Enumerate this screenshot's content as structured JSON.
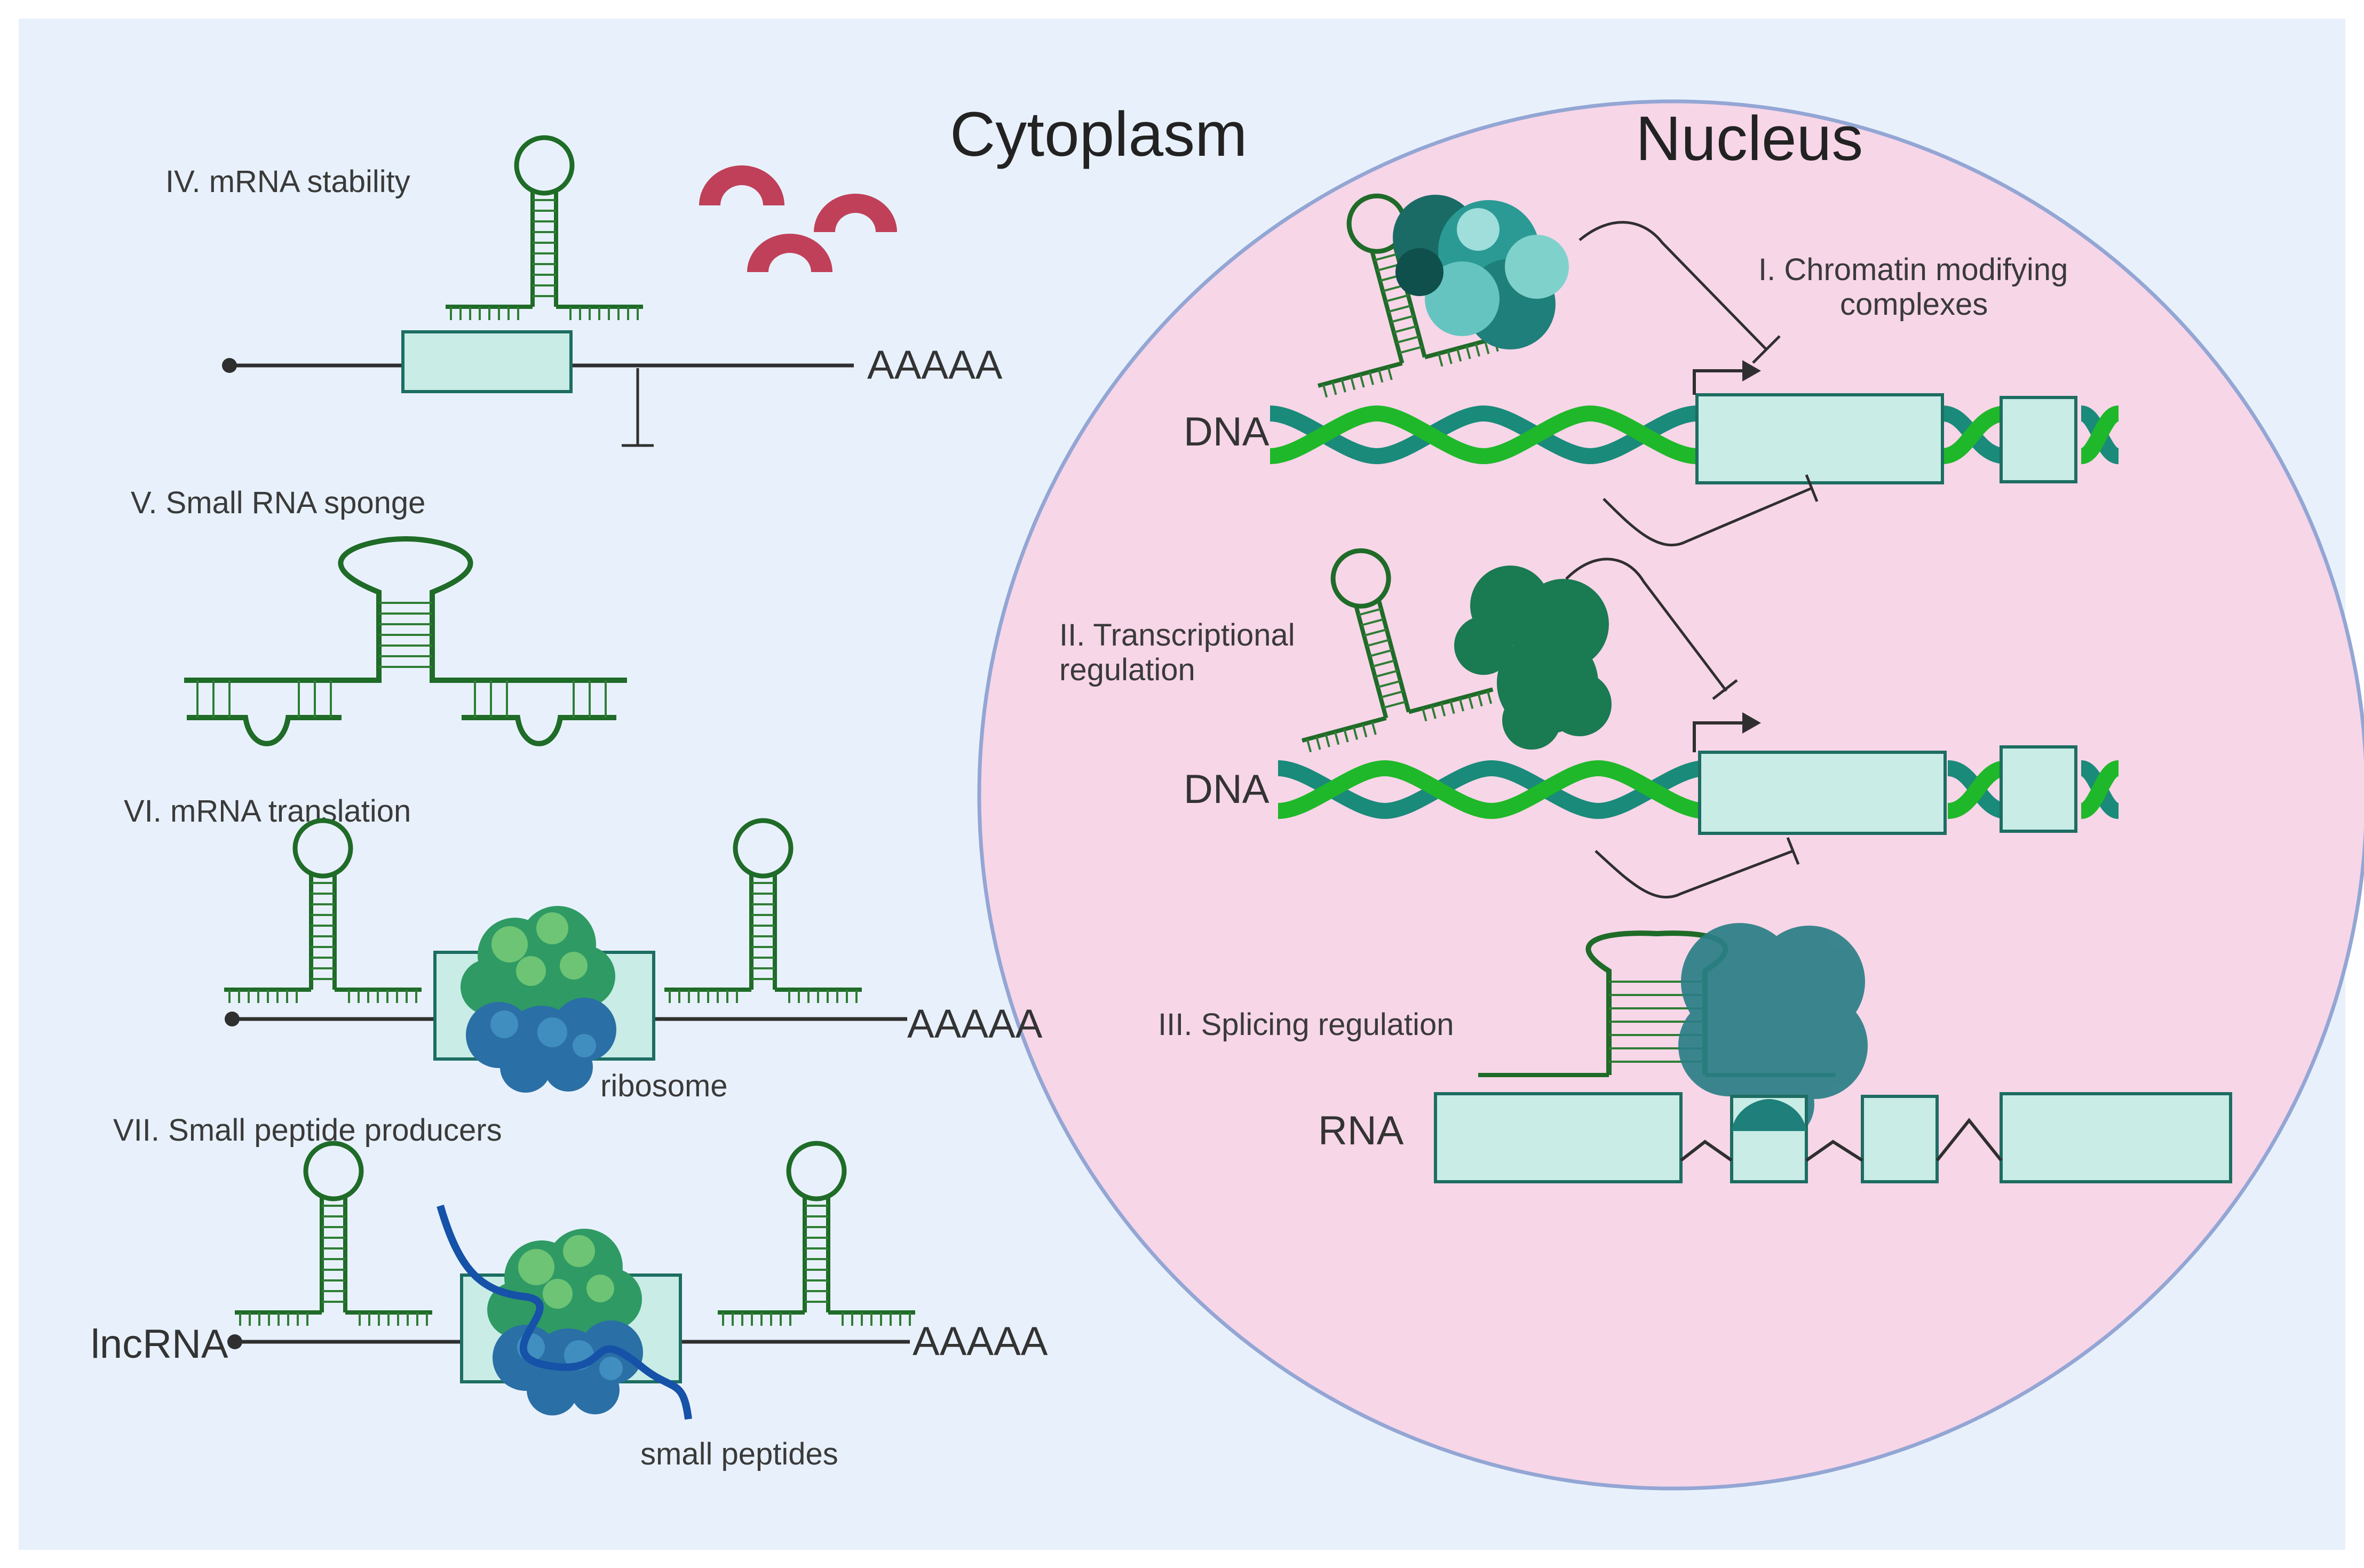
{
  "labels": {
    "cytoplasm": "Cytoplasm",
    "nucleus": "Nucleus",
    "mechanisms": {
      "chromatin_line1": "I. Chromatin modifying",
      "chromatin_line2": "complexes",
      "transcriptional_line1": "II. Transcriptional",
      "transcriptional_line2": "regulation",
      "splicing": "III. Splicing regulation",
      "mrna_stability": "IV. mRNA stability",
      "sponge": "V. Small RNA sponge",
      "translation": "VI. mRNA translation",
      "peptides": "VII. Small peptide producers"
    },
    "molecules": {
      "dna_1": "DNA",
      "dna_2": "DNA",
      "rna": "RNA",
      "lncrna": "lncRNA",
      "polya_1": "AAAAA",
      "polya_2": "AAAAA",
      "polya_3": "AAAAA",
      "ribosome": "ribosome",
      "small_peptides": "small peptides"
    }
  },
  "colors": {
    "cytoplasm_bg": "#e8f1fb",
    "nucleus_fill": "#f7d6e8",
    "nucleus_border": "#93a6d4",
    "exon_fill": "#c9ece6",
    "exon_border": "#1d6d62",
    "rna_hairpin": "#1f6b28",
    "dna_strand_a": "#1fb82a",
    "dna_strand_b": "#1a8a7a",
    "protein_red": "#c0405a",
    "peptide_blue": "#1552a8"
  }
}
